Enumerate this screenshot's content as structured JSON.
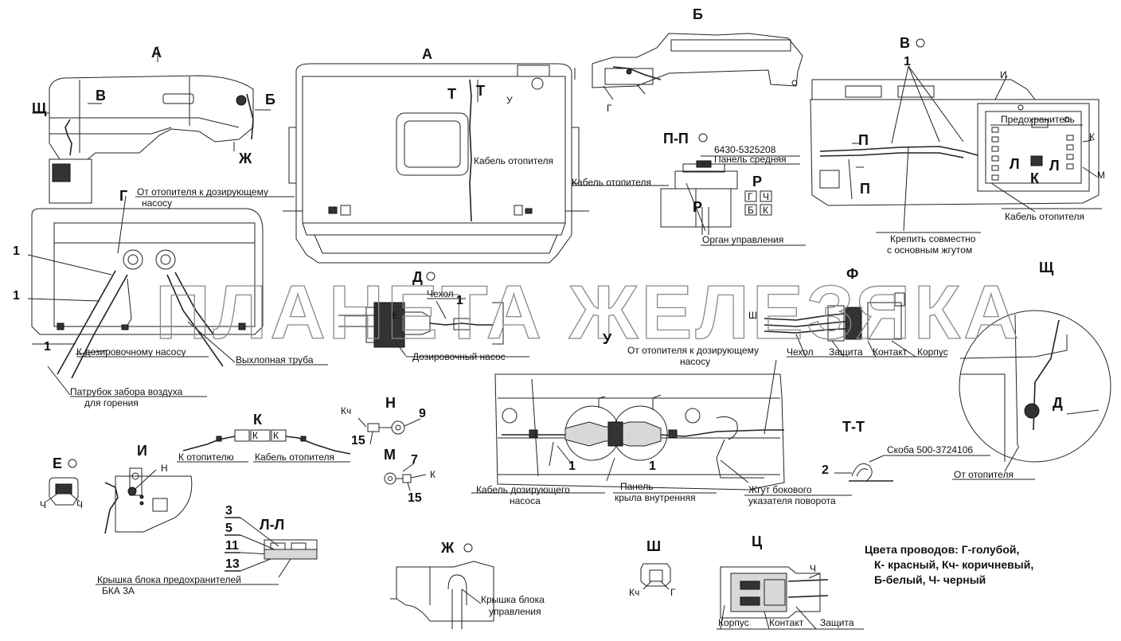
{
  "watermark": "ПЛАНЕТА ЖЕЛЕЗЯКА",
  "views": {
    "a_arrow": "А",
    "a_main": "А",
    "b": "Б",
    "b_arrow": "Б",
    "v_arrow": "В",
    "zh_arrow": "Ж",
    "shch_arrow": "Щ",
    "v_view": "В",
    "d_view": "Д",
    "f_view": "Ф",
    "shch_view": "Щ",
    "pp_view": "П-П",
    "r_view": "Р",
    "k_view": "К",
    "n_view": "Н",
    "m_view": "М",
    "i_view": "И",
    "ll_view": "Л-Л",
    "e_view": "Е",
    "tt_view": "Т-Т",
    "zh_view": "Ж",
    "sh_view": "Ш",
    "ts_view": "Ц",
    "u_view": "У"
  },
  "markers": {
    "t1": "Т",
    "t2": "Т",
    "u": "У",
    "g_top": "Г",
    "g_left": "Г",
    "p1": "П",
    "p2": "П",
    "i": "И",
    "k": "К",
    "m": "М",
    "l1": "Л",
    "l2": "Л",
    "k2": "К",
    "e": "Е",
    "sh": "Ш",
    "r": "Р",
    "d": "Д",
    "n": "Н",
    "ch1": "Ч",
    "ch2": "Ч",
    "ch3": "Ч"
  },
  "relay_grid": [
    "Г",
    "Ч",
    "Б",
    "К"
  ],
  "numbers": {
    "n1_a": "1",
    "n1_b": "1",
    "n1_c": "1",
    "n1_d": "1",
    "n1_v": "1",
    "n1_u1": "1",
    "n1_u2": "1",
    "n9": "9",
    "n15a": "15",
    "n7": "7",
    "n15b": "15",
    "n2": "2",
    "n3": "3",
    "n5": "5",
    "n11": "11",
    "n13": "13"
  },
  "labels": {
    "heater_cable_a": "Кабель отопителя",
    "part_number": "6430-5325208",
    "panel_middle": "Панель средняя",
    "heater_cable_pp": "Кабель отопителя",
    "control": "Орган управления",
    "fuse": "Предохранитель",
    "heater_cable_v": "Кабель отопителя",
    "attach_1": "Крепить совместно",
    "attach_2": "с основным жгутом",
    "heater_to_pump_1": "От отопителя к дозирующему",
    "heater_to_pump_2": "насосу",
    "to_pump": "К дозировочному насосу",
    "exhaust": "Выхлопная труба",
    "air_intake_1": "Патрубок забора воздуха",
    "air_intake_2": "для горения",
    "cover": "Чехол",
    "dosing_pump": "Дозировочный насос",
    "heater_to_pump_u1": "От отопителя к дозирующему",
    "heater_to_pump_u2": "насосу",
    "f_cover": "Чехол",
    "f_protection": "Защита",
    "f_contact": "Контакт",
    "f_body": "Корпус",
    "to_heater": "К отопителю",
    "heater_cable_k": "Кабель отопителя",
    "kch": "Кч",
    "k_small": "К",
    "pump_cable_1": "Кабель дозирующего",
    "pump_cable_2": "насоса",
    "fender_1": "Панель",
    "fender_2": "крыла внутренняя",
    "turn_harness_1": "Жгут бокового",
    "turn_harness_2": "указателя поворота",
    "bracket": "Скоба 500-3724106",
    "from_heater": "От отопителя",
    "fuse_cover_1": "Крышка блока предохранителей",
    "fuse_cover_2": "БКА 3А",
    "ctrl_cover_1": "Крышка блока",
    "ctrl_cover_2": "управления",
    "sh_kch": "Кч",
    "sh_g": "Г",
    "ts_body": "Корпус",
    "ts_contact": "Контакт",
    "ts_protection": "Защита",
    "ts_ch": "Ч",
    "k_box1": "К",
    "k_box2": "К"
  },
  "legend": {
    "line1": "Цвета  проводов:  Г-голубой,",
    "line2": "К- красный,  Кч- коричневый,",
    "line3": "Б-белый,  Ч- черный"
  }
}
